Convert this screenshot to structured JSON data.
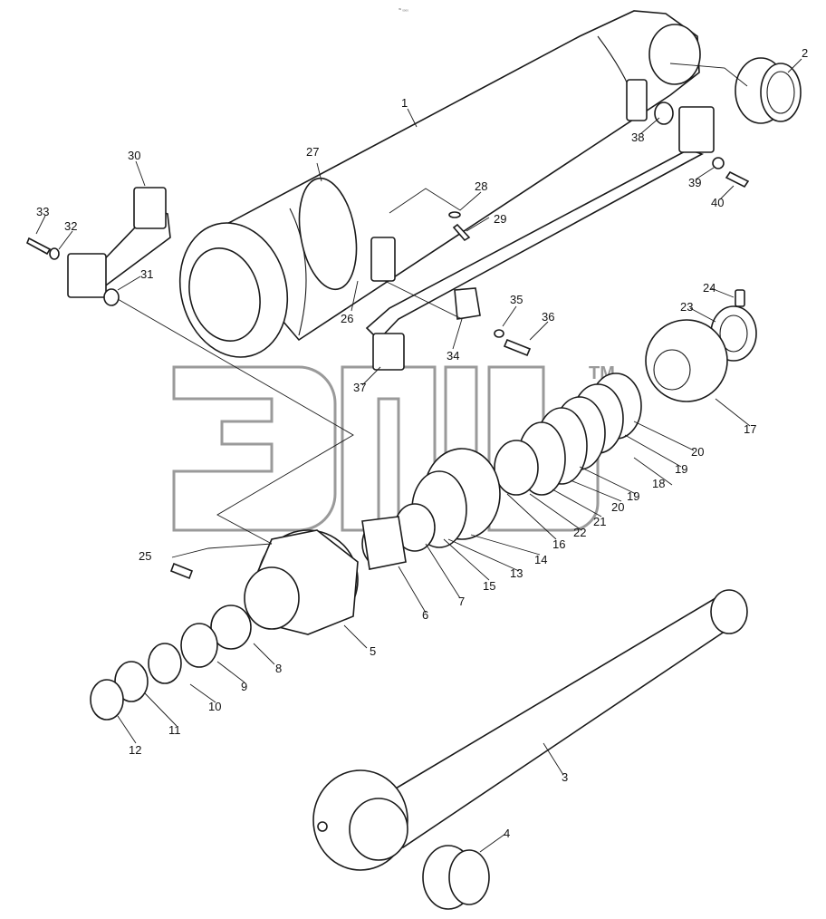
{
  "header": {
    "tiny_mark": "⁰ᵇ ₀₀₀₀"
  },
  "watermark": {
    "text": "ЭПБ",
    "tm": "TM"
  },
  "labels": [
    "1",
    "2",
    "3",
    "4",
    "5",
    "6",
    "7",
    "8",
    "9",
    "10",
    "11",
    "12",
    "13",
    "14",
    "15",
    "16",
    "17",
    "18",
    "19",
    "20",
    "20",
    "19",
    "21",
    "22",
    "23",
    "24",
    "25",
    "26",
    "27",
    "28",
    "29",
    "30",
    "31",
    "32",
    "33",
    "34",
    "35",
    "36",
    "37",
    "38",
    "39",
    "40"
  ]
}
